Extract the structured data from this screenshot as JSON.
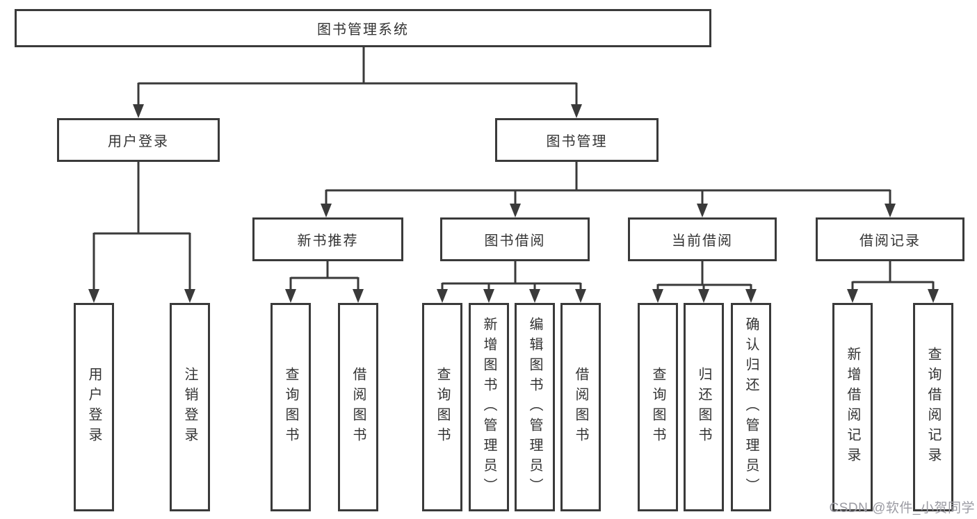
{
  "tree": {
    "root": {
      "label": "图书管理系统"
    },
    "branches": [
      {
        "label": "用户登录",
        "children": [
          {
            "label": "用户登录"
          },
          {
            "label": "注销登录"
          }
        ]
      },
      {
        "label": "图书管理",
        "children": [
          {
            "label": "新书推荐",
            "children": [
              {
                "label": "查询图书"
              },
              {
                "label": "借阅图书"
              }
            ]
          },
          {
            "label": "图书借阅",
            "children": [
              {
                "label": "查询图书"
              },
              {
                "label": "新增图书（管理员）"
              },
              {
                "label": "编辑图书（管理员）"
              },
              {
                "label": "借阅图书"
              }
            ]
          },
          {
            "label": "当前借阅",
            "children": [
              {
                "label": "查询图书"
              },
              {
                "label": "归还图书"
              },
              {
                "label": "确认归还（管理员）"
              }
            ]
          },
          {
            "label": "借阅记录",
            "children": [
              {
                "label": "新增借阅记录"
              },
              {
                "label": "查询借阅记录"
              }
            ]
          }
        ]
      }
    ]
  },
  "watermark": {
    "text": "CSDN @软件_小贺同学"
  },
  "colors": {
    "line": "#3a3a3a",
    "text": "#333333",
    "watermark": "#9b9ba3",
    "background": "#ffffff"
  }
}
